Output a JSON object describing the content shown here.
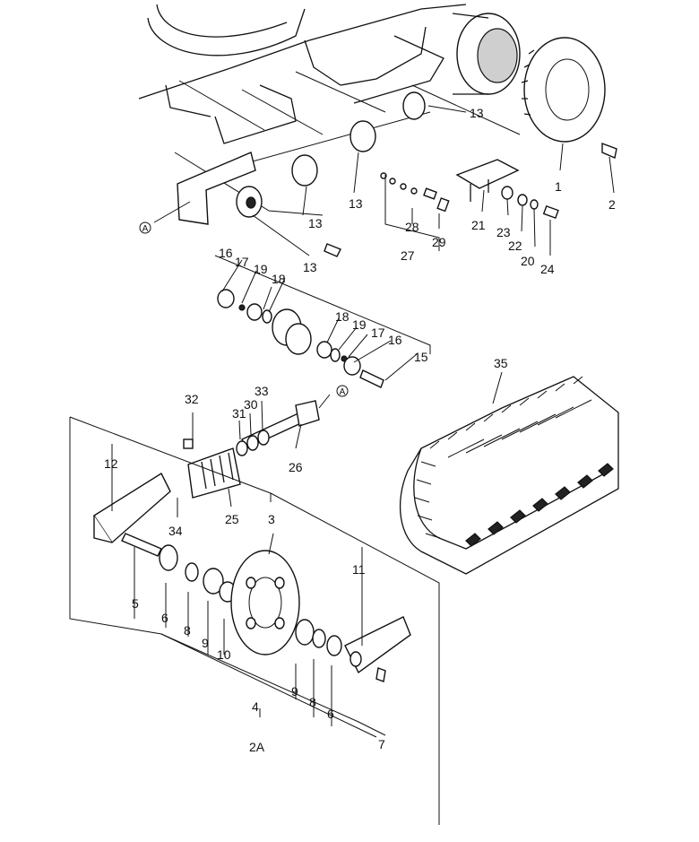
{
  "diagram": {
    "callouts": {
      "c1": "1",
      "c2": "2",
      "c2A": "2A",
      "c3": "3",
      "c4": "4",
      "c5": "5",
      "c6a": "6",
      "c6b": "6",
      "c7": "7",
      "c8a": "8",
      "c8b": "8",
      "c9a": "9",
      "c9b": "9",
      "c10": "10",
      "c11": "11",
      "c12": "12",
      "c13a": "13",
      "c13b": "13",
      "c13c": "13",
      "c13d": "13",
      "c15": "15",
      "c16a": "16",
      "c16b": "16",
      "c17a": "17",
      "c17b": "17",
      "c18a": "18",
      "c18b": "18",
      "c19a": "19",
      "c19b": "19",
      "c20": "20",
      "c21": "21",
      "c22": "22",
      "c23": "23",
      "c24": "24",
      "c25": "25",
      "c26": "26",
      "c27": "27",
      "c28": "28",
      "c29": "29",
      "c30": "30",
      "c31": "31",
      "c32": "32",
      "c33": "33",
      "c34": "34",
      "c35": "35"
    },
    "ref_markers": {
      "a1": "A",
      "a2": "A"
    }
  }
}
